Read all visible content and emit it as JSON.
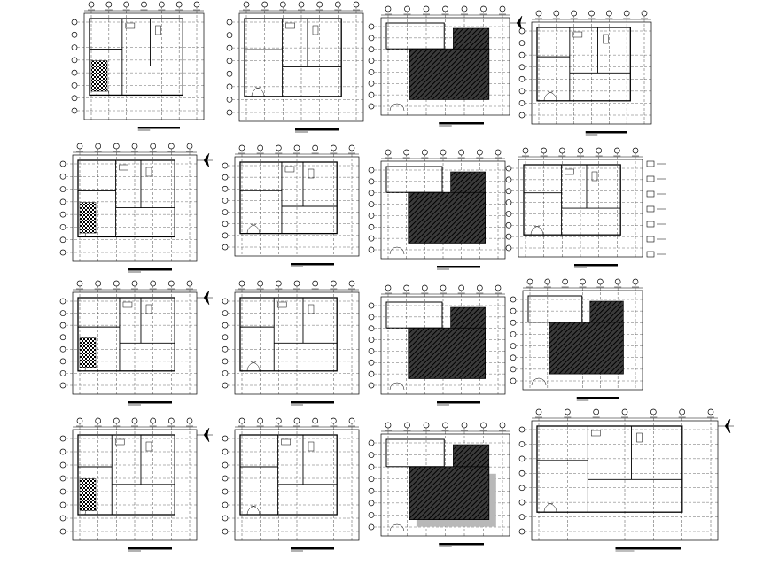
{
  "drawing": {
    "description_hidden": "",
    "line_color": "#000000",
    "paper_color": "#ffffff",
    "hatch_color": "#222222",
    "shadow_color": "#b8b8b8"
  },
  "panels": [
    {
      "id": "p1",
      "roof": false,
      "shadow": false,
      "north_arrow": false
    },
    {
      "id": "p2",
      "roof": false,
      "shadow": false,
      "north_arrow": false
    },
    {
      "id": "p3",
      "roof": true,
      "shadow": false,
      "north_arrow": true
    },
    {
      "id": "p4",
      "roof": false,
      "shadow": false,
      "north_arrow": false
    },
    {
      "id": "p5",
      "roof": false,
      "shadow": false,
      "north_arrow": true
    },
    {
      "id": "p6",
      "roof": false,
      "shadow": false,
      "north_arrow": false
    },
    {
      "id": "p7",
      "roof": true,
      "shadow": false,
      "north_arrow": false
    },
    {
      "id": "p8",
      "roof": false,
      "shadow": false,
      "north_arrow": false
    },
    {
      "id": "p9",
      "roof": false,
      "shadow": false,
      "north_arrow": true
    },
    {
      "id": "p10",
      "roof": false,
      "shadow": false,
      "north_arrow": false
    },
    {
      "id": "p11",
      "roof": true,
      "shadow": false,
      "north_arrow": false
    },
    {
      "id": "p12",
      "roof": true,
      "shadow": false,
      "north_arrow": false
    },
    {
      "id": "p13",
      "roof": false,
      "shadow": false,
      "north_arrow": true
    },
    {
      "id": "p14",
      "roof": false,
      "shadow": false,
      "north_arrow": false
    },
    {
      "id": "p15",
      "roof": true,
      "shadow": true,
      "north_arrow": false
    },
    {
      "id": "p16",
      "roof": false,
      "shadow": false,
      "north_arrow": true
    }
  ]
}
